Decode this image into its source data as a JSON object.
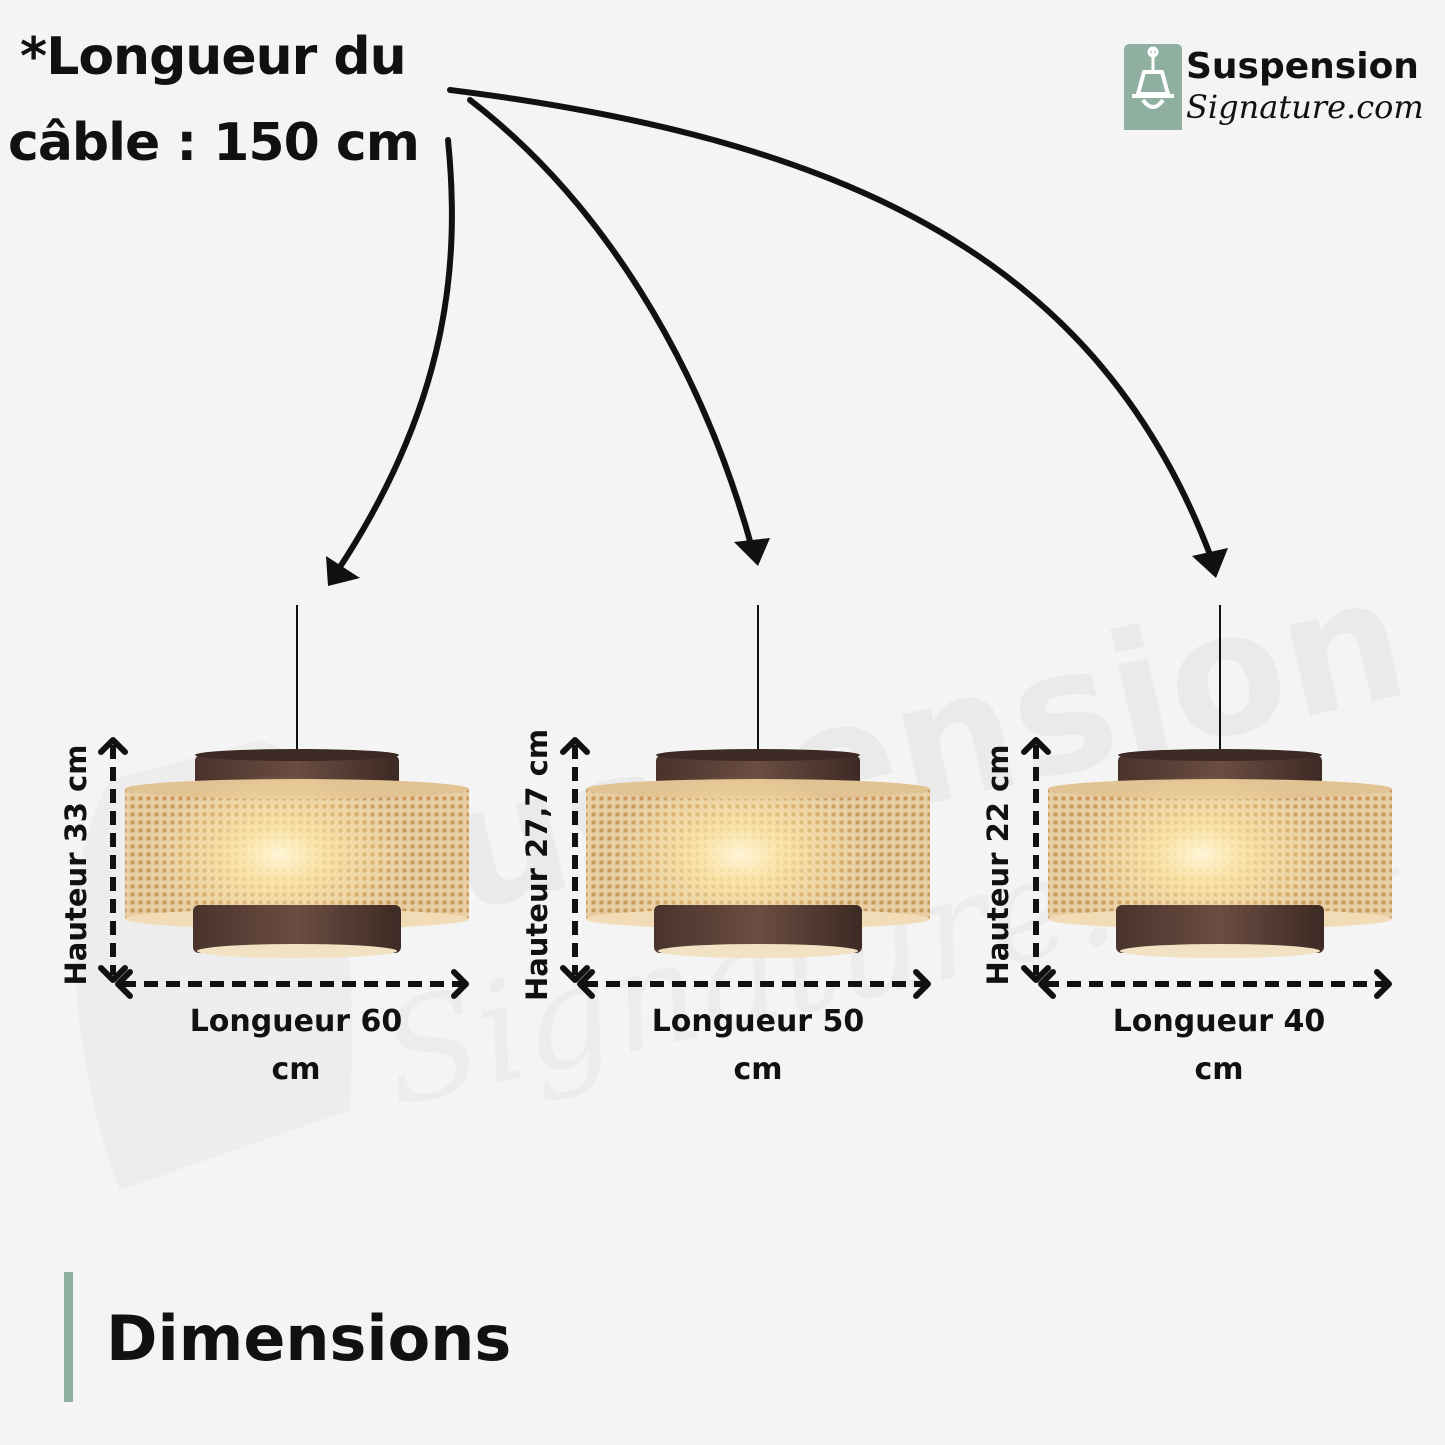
{
  "cable_note": {
    "line1": "*Longueur du",
    "line2": "câble : 150 cm"
  },
  "logo": {
    "line1": "Suspension",
    "line2": "Signature.com",
    "icon": "pendant-lamp-icon",
    "color": "#8fb0a0"
  },
  "watermark": {
    "line1": "Suspension",
    "line2": "Signature.com"
  },
  "lamps": [
    {
      "height_label": "Hauteur 33 cm",
      "length_line1": "Longueur 60",
      "length_line2": "cm"
    },
    {
      "height_label": "Hauteur 27,7 cm",
      "length_line1": "Longueur 50",
      "length_line2": "cm"
    },
    {
      "height_label": "Hauteur 22 cm",
      "length_line1": "Longueur 40",
      "length_line2": "cm"
    }
  ],
  "section": {
    "title": "Dimensions",
    "accent_color": "#8fb0a0"
  },
  "colors": {
    "background": "#f4f4f4",
    "rattan": "#e8c99c",
    "fabric": "#5a3f37",
    "text": "#111111"
  }
}
